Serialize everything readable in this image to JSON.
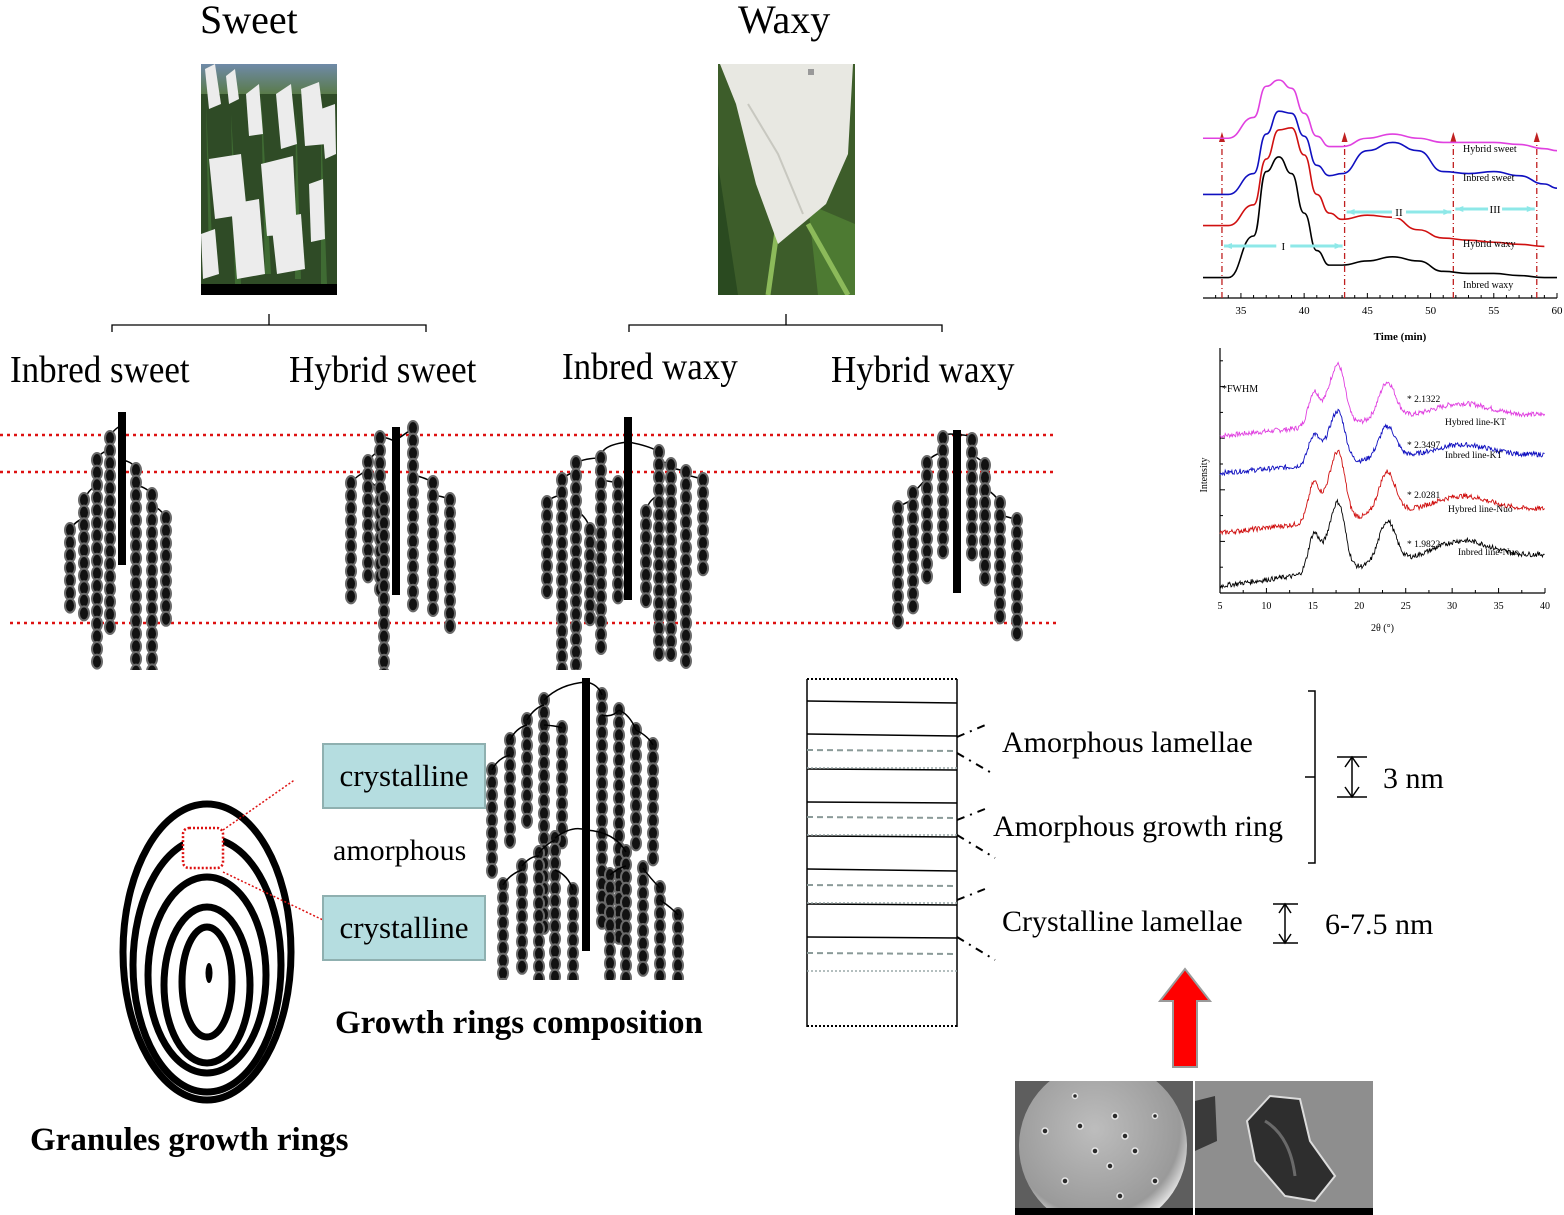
{
  "header": {
    "sweet_title": "Sweet",
    "waxy_title": "Waxy"
  },
  "photos": {
    "sweet": "sweet corn field with bagged ears",
    "waxy": "waxy corn ear with paper bag"
  },
  "varieties": [
    "Inbred sweet",
    "Hybrid sweet",
    "Inbred waxy",
    "Hybrid waxy"
  ],
  "growth_rings": {
    "crystalline_top": "crystalline",
    "amorphous": "amorphous",
    "crystalline_bottom": "crystalline",
    "composition_caption": "Growth rings composition",
    "granule_caption": "Granules growth rings"
  },
  "lamellae": {
    "amorphous_lamellae": "Amorphous lamellae",
    "amorphous_growth_ring": "Amorphous growth ring",
    "crystalline_lamellae": "Crystalline lamellae",
    "size_amorphous": "3 nm",
    "size_crystalline": "6-7.5 nm"
  },
  "sem": {
    "left": "SEM granule surface with pores",
    "right": "SEM granule pore closeup"
  },
  "colors": {
    "magenta": "#e040e0",
    "blue": "#1010c0",
    "red": "#d01010",
    "black": "#000000",
    "cyan_arrow": "#8ee8e8",
    "dash_red": "#c02020",
    "crystalline_fill": "#b5dde0",
    "big_arrow": "#ff0000"
  },
  "chart_data": [
    {
      "type": "line",
      "title": "",
      "xlabel": "Time (min)",
      "ylabel": "",
      "xlim": [
        32,
        60
      ],
      "xticks": [
        35,
        40,
        45,
        50,
        55,
        60
      ],
      "x": [
        32,
        34,
        36,
        37,
        38,
        39,
        40,
        41,
        42,
        43,
        45,
        47,
        49,
        51,
        53,
        55,
        57,
        59,
        60
      ],
      "series": [
        {
          "name": "Hybrid sweet",
          "color": "#e040e0",
          "values": [
            0.72,
            0.72,
            0.82,
            0.97,
            1.0,
            0.96,
            0.84,
            0.73,
            0.68,
            0.68,
            0.72,
            0.74,
            0.72,
            0.7,
            0.7,
            0.7,
            0.69,
            0.67,
            0.66
          ]
        },
        {
          "name": "Inbred sweet",
          "color": "#1010c0",
          "values": [
            0.45,
            0.45,
            0.55,
            0.74,
            0.85,
            0.84,
            0.73,
            0.59,
            0.54,
            0.55,
            0.66,
            0.7,
            0.66,
            0.56,
            0.55,
            0.56,
            0.54,
            0.5,
            0.48
          ]
        },
        {
          "name": "Hybrid waxy",
          "color": "#d01010",
          "values": [
            0.3,
            0.3,
            0.4,
            0.62,
            0.76,
            0.77,
            0.64,
            0.45,
            0.36,
            0.33,
            0.35,
            0.34,
            0.28,
            0.24,
            0.23,
            0.22,
            0.21,
            0.2
          ]
        },
        {
          "name": "Inbred waxy",
          "color": "#000000",
          "values": [
            0.05,
            0.05,
            0.25,
            0.56,
            0.63,
            0.55,
            0.36,
            0.18,
            0.11,
            0.11,
            0.13,
            0.15,
            0.13,
            0.08,
            0.07,
            0.07,
            0.06,
            0.05,
            0.05
          ]
        }
      ],
      "regions": [
        {
          "label": "I",
          "from": 33.5,
          "to": 43.2
        },
        {
          "label": "II",
          "from": 43.2,
          "to": 51.8
        },
        {
          "label": "III",
          "from": 51.8,
          "to": 58.4
        }
      ],
      "markers": [
        33.5,
        43.2,
        51.8,
        58.4
      ]
    },
    {
      "type": "line",
      "title": "",
      "xlabel": "2θ (°)",
      "ylabel": "Intensity",
      "xlim": [
        5,
        40
      ],
      "xticks": [
        5,
        10,
        15,
        20,
        25,
        30,
        35,
        40
      ],
      "annotation": "*FWHM",
      "series": [
        {
          "name": "Hybred line-KT",
          "color": "#e040e0",
          "fwhm": "2.1322"
        },
        {
          "name": "Inbred line-KT",
          "color": "#1010c0",
          "fwhm": "2.3497"
        },
        {
          "name": "Hybred line-Nuo",
          "color": "#d01010",
          "fwhm": "2.0281"
        },
        {
          "name": "Inbred line-Nuo",
          "color": "#000000",
          "fwhm": "1.9822"
        }
      ],
      "peaks_deg": [
        15.1,
        17.2,
        18.0,
        23.0
      ]
    }
  ]
}
